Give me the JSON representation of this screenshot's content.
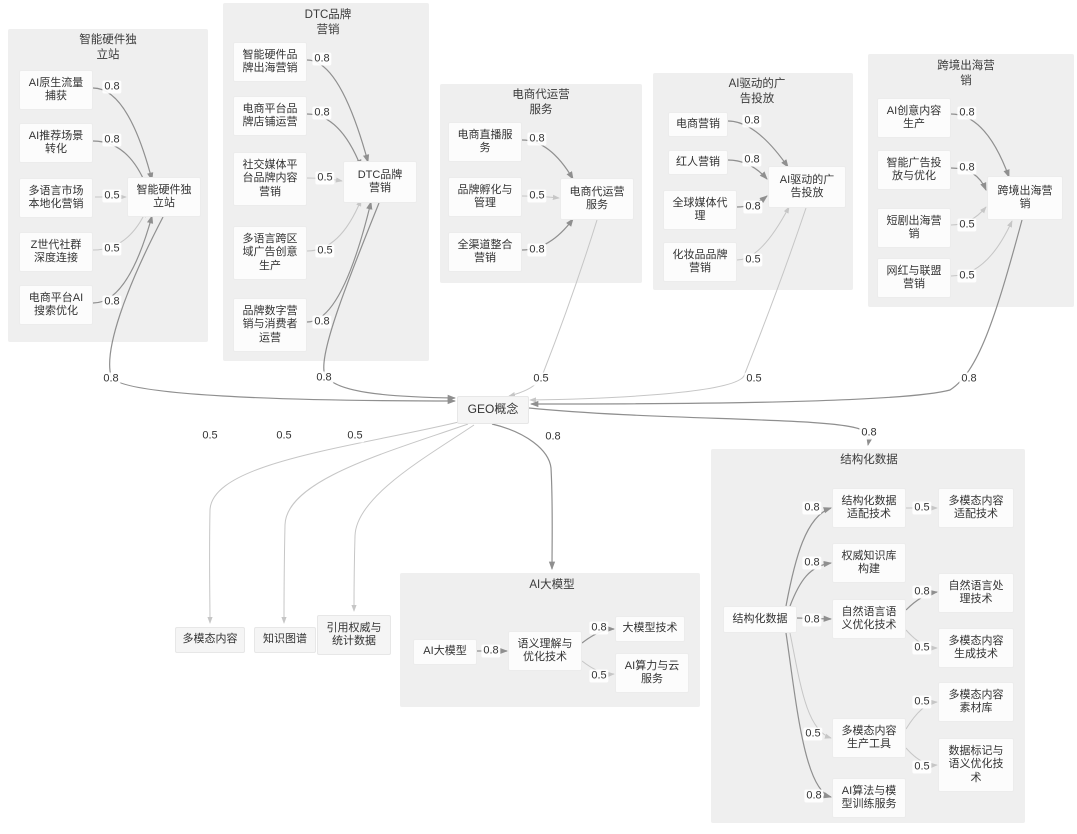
{
  "center": {
    "label": "GEO概念"
  },
  "colors": {
    "cluster_background": "#efefef",
    "node_background": "#fcfcfc",
    "strong_edge": "#8f8f8f",
    "weak_edge": "#c6c6c6",
    "text": "#333333"
  },
  "clusters": [
    {
      "title": "智能硬件独\n立站",
      "hub": "智能硬件独\n立站",
      "center_weight": "0.8",
      "leaves": [
        {
          "label": "AI原生流量\n捕获",
          "weight": "0.8"
        },
        {
          "label": "AI推荐场景\n转化",
          "weight": "0.8"
        },
        {
          "label": "多语言市场\n本地化营销",
          "weight": "0.5"
        },
        {
          "label": "Z世代社群\n深度连接",
          "weight": "0.5"
        },
        {
          "label": "电商平台AI\n搜索优化",
          "weight": "0.8"
        }
      ]
    },
    {
      "title": "DTC品牌\n营销",
      "hub": "DTC品牌\n营销",
      "center_weight": "0.8",
      "leaves": [
        {
          "label": "智能硬件品\n牌出海营销",
          "weight": "0.8"
        },
        {
          "label": "电商平台品\n牌店铺运营",
          "weight": "0.8"
        },
        {
          "label": "社交媒体平\n台品牌内容\n营销",
          "weight": "0.5"
        },
        {
          "label": "多语言跨区\n域广告创意\n生产",
          "weight": "0.5"
        },
        {
          "label": "品牌数字营\n销与消费者\n运营",
          "weight": "0.8"
        }
      ]
    },
    {
      "title": "电商代运营\n服务",
      "hub": "电商代运营\n服务",
      "center_weight": "0.5",
      "leaves": [
        {
          "label": "电商直播服\n务",
          "weight": "0.8"
        },
        {
          "label": "品牌孵化与\n管理",
          "weight": "0.5"
        },
        {
          "label": "全渠道整合\n营销",
          "weight": "0.8"
        }
      ]
    },
    {
      "title": "AI驱动的广\n告投放",
      "hub": "AI驱动的广\n告投放",
      "center_weight": "0.5",
      "leaves": [
        {
          "label": "电商营销",
          "weight": "0.8"
        },
        {
          "label": "红人营销",
          "weight": "0.8"
        },
        {
          "label": "全球媒体代\n理",
          "weight": "0.8"
        },
        {
          "label": "化妆品品牌\n营销",
          "weight": "0.5"
        }
      ]
    },
    {
      "title": "跨境出海营\n销",
      "hub": "跨境出海营\n销",
      "center_weight": "0.8",
      "leaves": [
        {
          "label": "AI创意内容\n生产",
          "weight": "0.8"
        },
        {
          "label": "智能广告投\n放与优化",
          "weight": "0.8"
        },
        {
          "label": "短剧出海营\n销",
          "weight": "0.5"
        },
        {
          "label": "网红与联盟\n营销",
          "weight": "0.5"
        }
      ]
    }
  ],
  "ai": {
    "title": "AI大模型",
    "center_weight": "0.8",
    "root": "AI大模型",
    "root_weight": "0.8",
    "mid": "语义理解与\n优化技术",
    "children": [
      {
        "label": "大模型技术",
        "weight": "0.8"
      },
      {
        "label": "AI算力与云\n服务",
        "weight": "0.5"
      }
    ]
  },
  "sd": {
    "title": "结构化数据",
    "center_weight": "0.8",
    "hub": "结构化数据",
    "branches": [
      {
        "label": "结构化数据\n适配技术",
        "weight": "0.8",
        "children": [
          {
            "label": "多模态内容\n适配技术",
            "weight": "0.5"
          }
        ]
      },
      {
        "label": "权威知识库\n构建",
        "weight": "0.8",
        "children": []
      },
      {
        "label": "自然语言语\n义优化技术",
        "weight": "0.8",
        "children": [
          {
            "label": "自然语言处\n理技术",
            "weight": "0.8"
          },
          {
            "label": "多模态内容\n生成技术",
            "weight": "0.5"
          }
        ]
      },
      {
        "label": "多模态内容\n生产工具",
        "weight": "0.5",
        "children": [
          {
            "label": "多模态内容\n素材库",
            "weight": "0.5"
          },
          {
            "label": "数据标记与\n语义优化技\n术",
            "weight": "0.5"
          }
        ]
      },
      {
        "label": "AI算法与模\n型训练服务",
        "weight": "0.8",
        "children": []
      }
    ]
  },
  "floating": [
    {
      "label": "多模态内容",
      "weight": "0.5"
    },
    {
      "label": "知识图谱",
      "weight": "0.5"
    },
    {
      "label": "引用权威与\n统计数据",
      "weight": "0.5"
    }
  ]
}
